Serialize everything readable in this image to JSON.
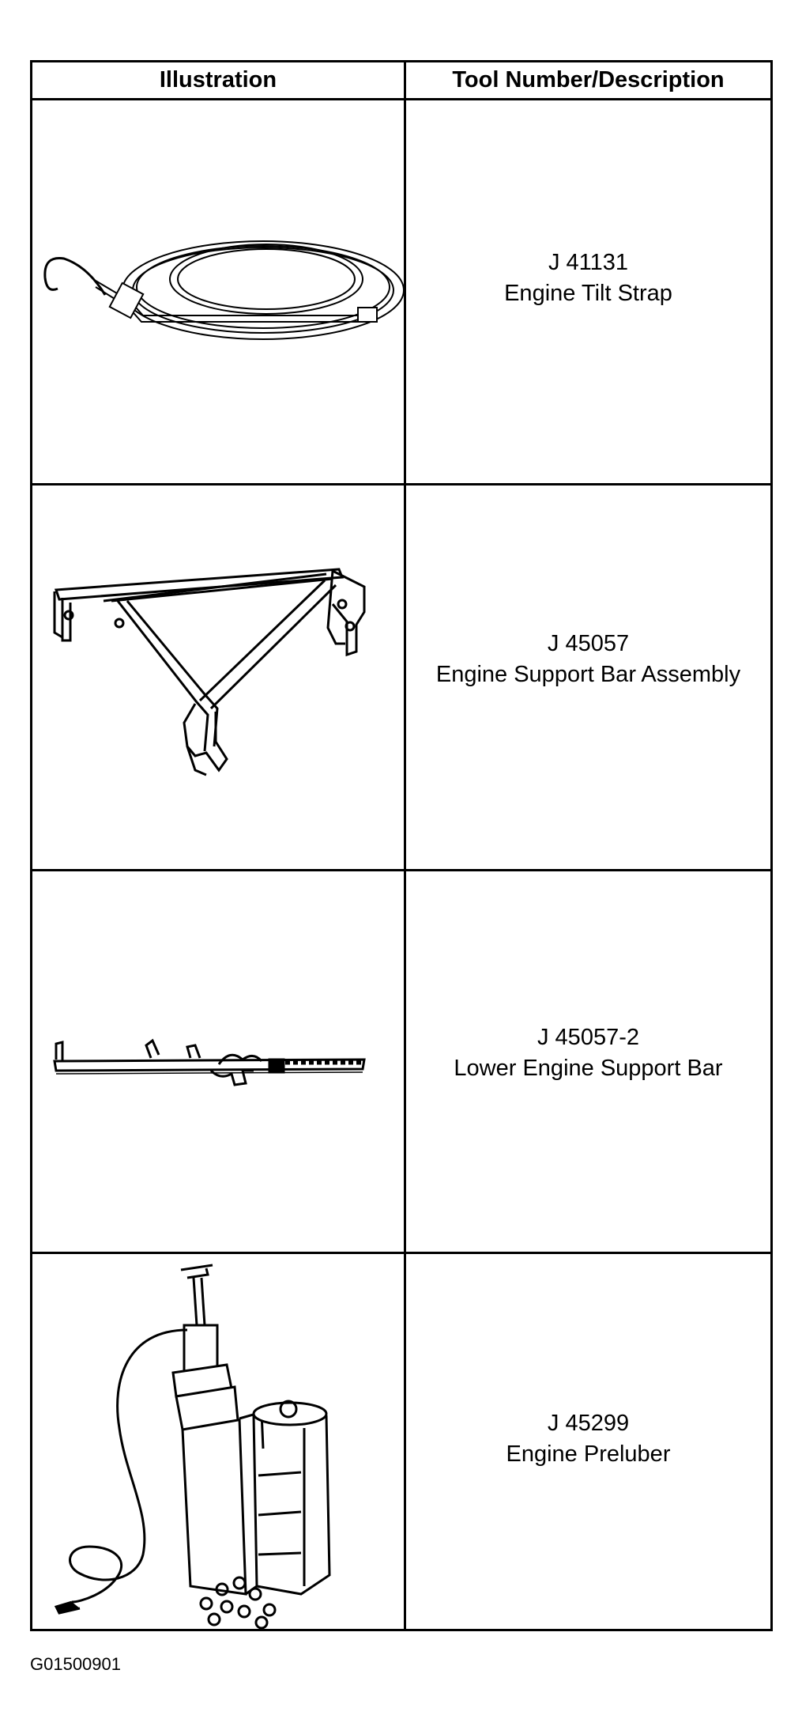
{
  "table": {
    "headers": {
      "illustration": "Illustration",
      "tool": "Tool Number/Description"
    },
    "rows": [
      {
        "number": "J 41131",
        "description": "Engine Tilt Strap",
        "icon": "engine-tilt-strap-illustration"
      },
      {
        "number": "J 45057",
        "description": "Engine Support Bar Assembly",
        "icon": "engine-support-bar-assembly-illustration"
      },
      {
        "number": "J 45057-2",
        "description": "Lower Engine Support Bar",
        "icon": "lower-engine-support-bar-illustration"
      },
      {
        "number": "J 45299",
        "description": "Engine Preluber",
        "icon": "engine-preluber-illustration"
      }
    ]
  },
  "figure_code": "G01500901"
}
